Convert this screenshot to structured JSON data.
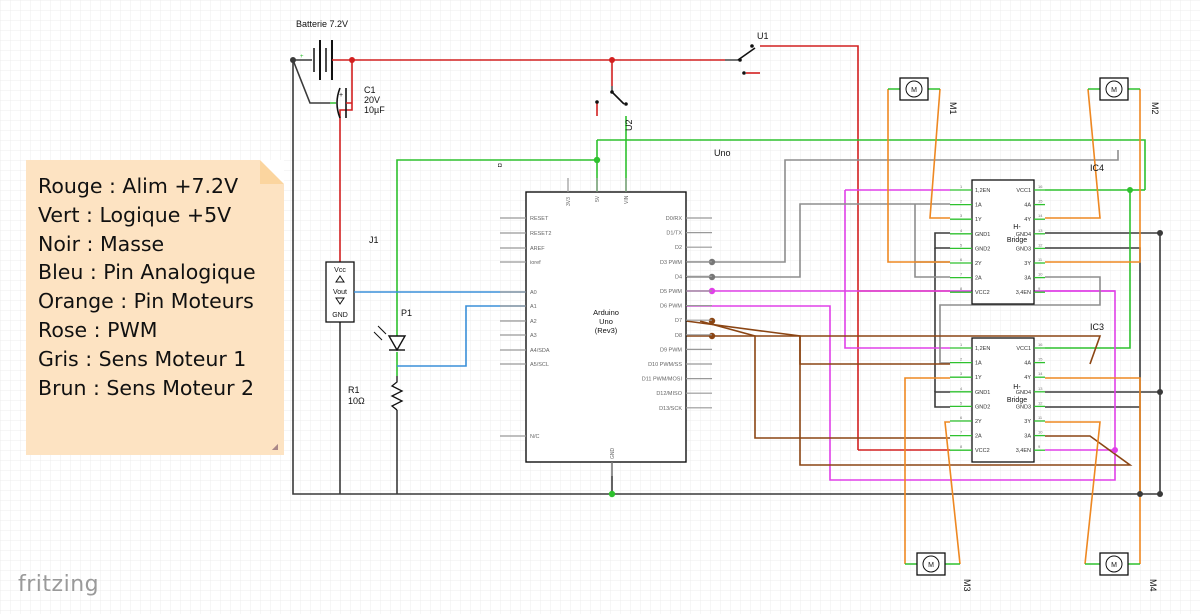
{
  "legend": {
    "lines": [
      "Rouge : Alim +7.2V",
      "Vert : Logique +5V",
      "Noir : Masse",
      "Bleu : Pin Analogique",
      "Orange : Pin Moteurs",
      "Rose : PWM",
      "Gris : Sens Moteur 1",
      "Brun : Sens Moteur 2"
    ]
  },
  "branding": {
    "app_name": "fritzing"
  },
  "parts": {
    "battery": {
      "label": "Batterie 7.2V"
    },
    "capacitor": {
      "ref": "C1",
      "voltage": "20V",
      "value": "10µF"
    },
    "switch1": {
      "ref": "U1"
    },
    "switch2": {
      "ref": "U2"
    },
    "arduino": {
      "label": "Uno",
      "name1": "Arduino",
      "name2": "Uno",
      "name3": "(Rev3)",
      "top_pins": [
        "3V3",
        "5V",
        "VIN"
      ],
      "bottom_pin": "GND",
      "left_pins": [
        "RESET",
        "RESET2",
        "AREF",
        "ioref",
        "A0",
        "A1",
        "A2",
        "A3",
        "A4/SDA",
        "A5/SCL",
        "N/C"
      ],
      "right_pins": [
        "D0/RX",
        "D1/TX",
        "D2",
        "D3 PWM",
        "D4",
        "D5 PWM",
        "D6 PWM",
        "D7",
        "D8",
        "D9 PWM",
        "D10 PWM/SS",
        "D11 PWM/MOSI",
        "D12/MISO",
        "D13/SCK"
      ]
    },
    "sensor": {
      "ref": "J1",
      "pins": [
        "Vcc",
        "Vout",
        "GND"
      ]
    },
    "photodiode": {
      "ref": "P1"
    },
    "resistor": {
      "ref": "R1",
      "value": "10Ω"
    },
    "hbridge_top": {
      "ref": "IC4",
      "name1": "H-",
      "name2": "Bridge",
      "left_pins": [
        "1,2EN",
        "1A",
        "1Y",
        "GND1",
        "GND2",
        "2Y",
        "2A",
        "VCC2"
      ],
      "right_pins": [
        "VCC1",
        "4A",
        "4Y",
        "GND4",
        "GND3",
        "3Y",
        "3A",
        "3,4EN"
      ],
      "left_nums": [
        "1",
        "2",
        "3",
        "4",
        "5",
        "6",
        "7",
        "8"
      ],
      "right_nums": [
        "16",
        "15",
        "14",
        "13",
        "12",
        "11",
        "10",
        "9"
      ]
    },
    "hbridge_bottom": {
      "ref": "IC3",
      "name1": "H-",
      "name2": "Bridge",
      "left_pins": [
        "1,2EN",
        "1A",
        "1Y",
        "GND1",
        "GND2",
        "2Y",
        "2A",
        "VCC2"
      ],
      "right_pins": [
        "VCC1",
        "4A",
        "4Y",
        "GND4",
        "GND3",
        "3Y",
        "3A",
        "3,4EN"
      ],
      "left_nums": [
        "1",
        "2",
        "3",
        "4",
        "5",
        "6",
        "7",
        "8"
      ],
      "right_nums": [
        "16",
        "15",
        "14",
        "13",
        "12",
        "11",
        "10",
        "9"
      ]
    },
    "motors": [
      {
        "ref": "M1",
        "symbol": "M"
      },
      {
        "ref": "M2",
        "symbol": "M"
      },
      {
        "ref": "M3",
        "symbol": "M"
      },
      {
        "ref": "M4",
        "symbol": "M"
      }
    ]
  },
  "colors": {
    "power": "#d22020",
    "logic": "#2ec12e",
    "ground": "#3a3a3a",
    "analog": "#3a8fd8",
    "motor": "#ee8822",
    "pwm": "#e040e8",
    "dir1": "#8e8e8e",
    "dir2": "#8b4513",
    "grid": "#e6e6e6"
  }
}
